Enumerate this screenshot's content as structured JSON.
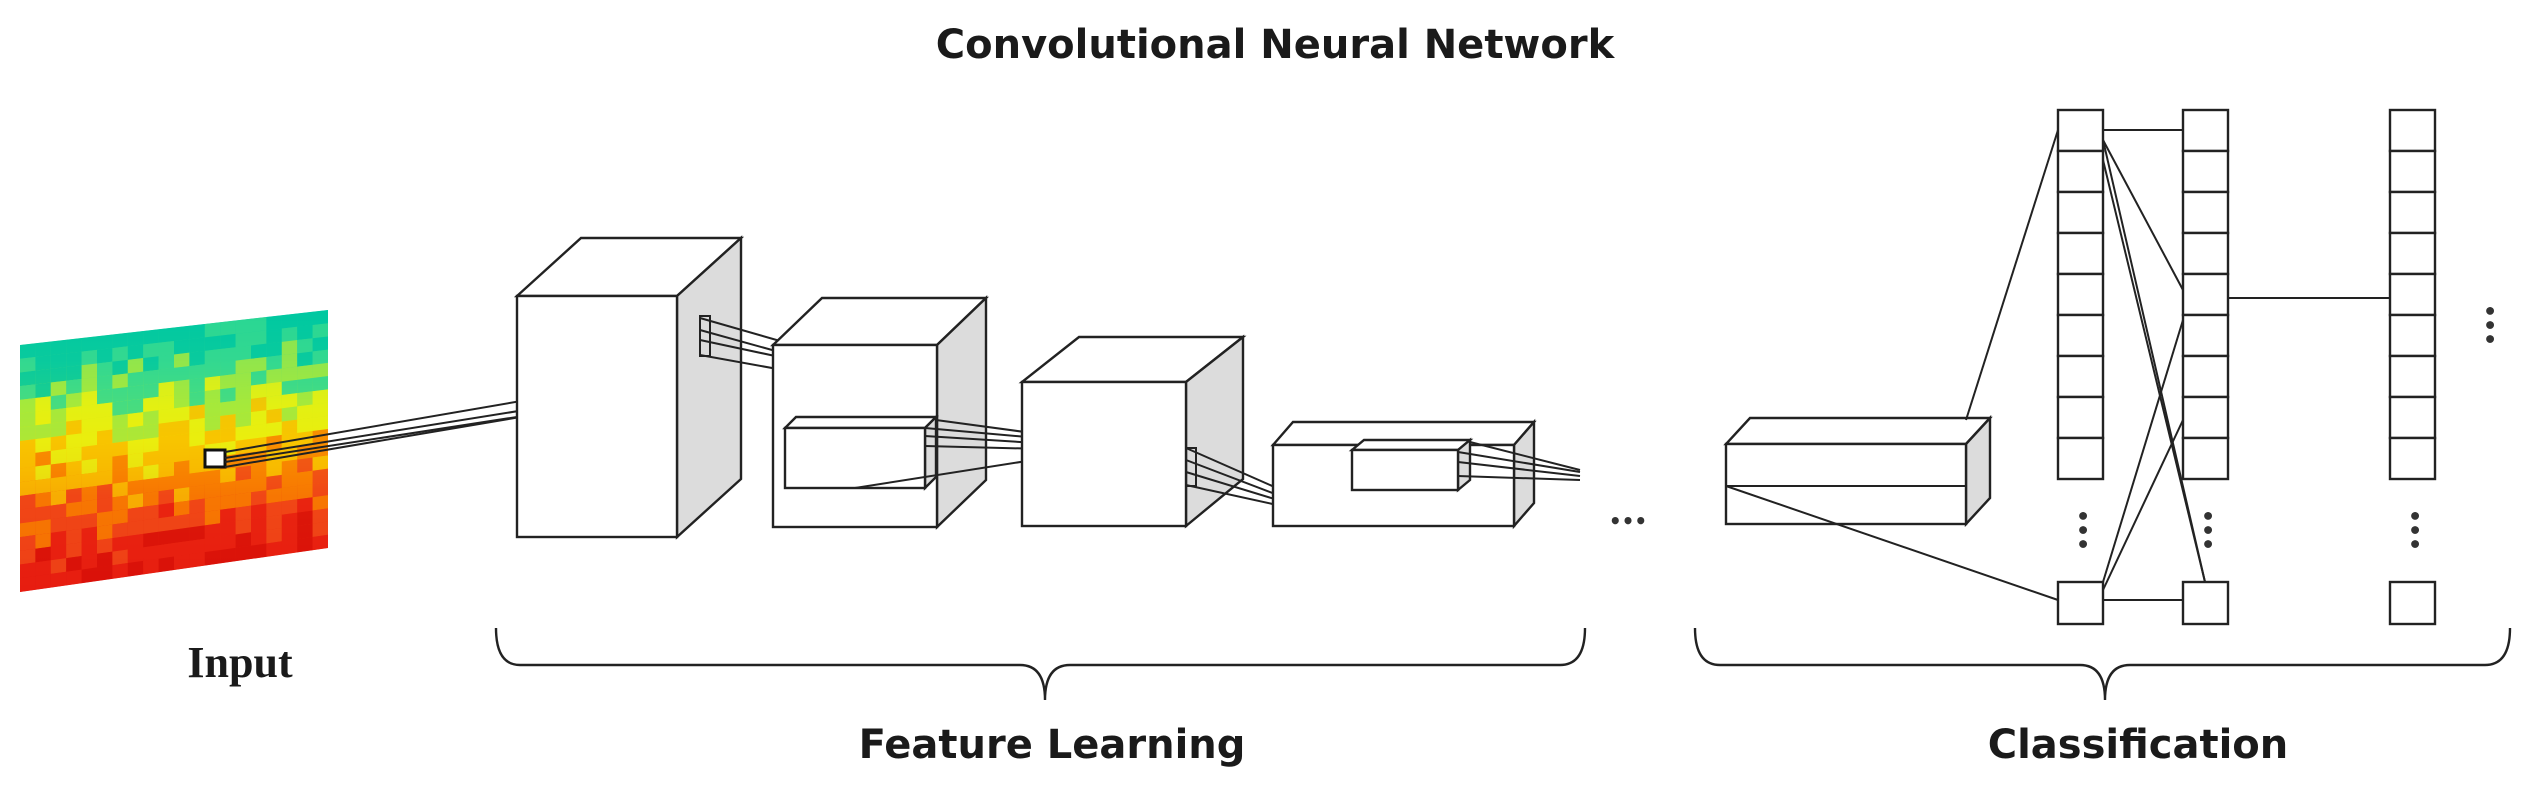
{
  "title": "Convolutional Neural Network",
  "input_label": "Input",
  "feature_learning_label": "Feature Learning",
  "classification_label": "Classification",
  "ellipsis": "•••",
  "colors": {
    "heat_low": "#00c8a0",
    "heat_mid": "#f0f000",
    "heat_high": "#e01010",
    "stroke": "#222222",
    "side_face": "#dcdcdc"
  }
}
